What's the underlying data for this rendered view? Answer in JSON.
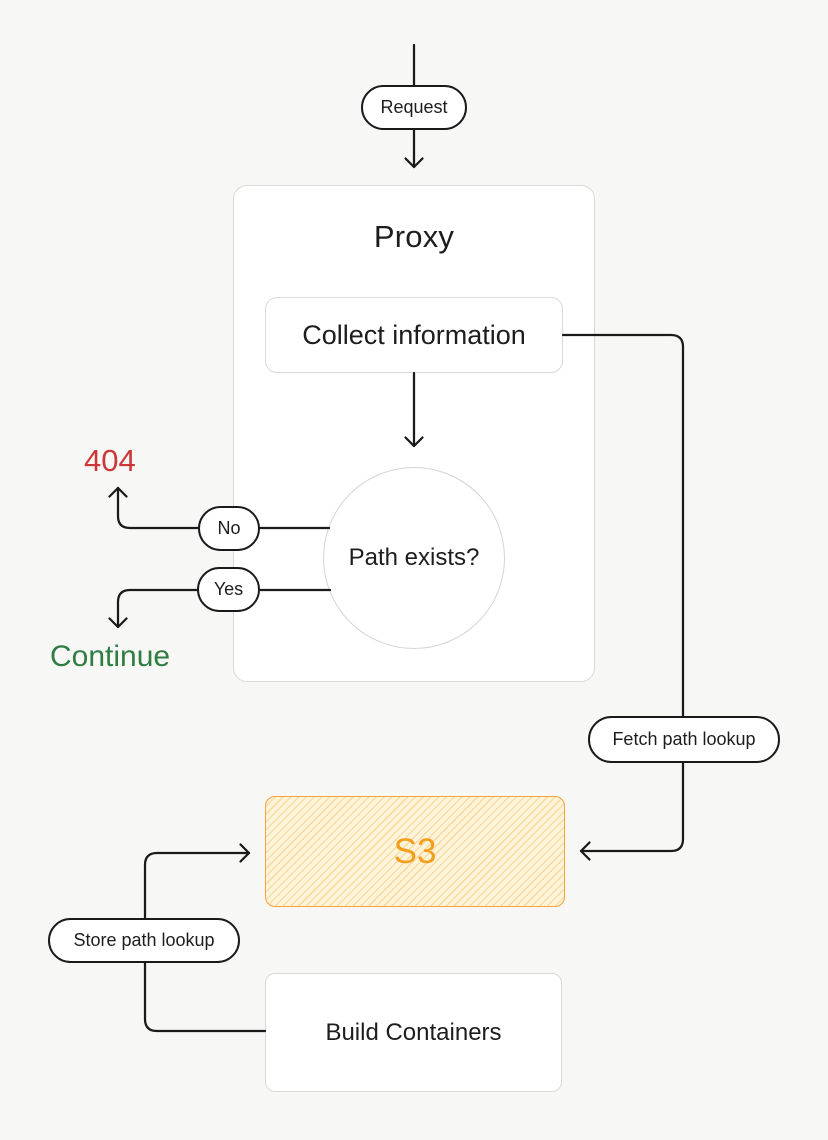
{
  "page": {
    "background_color": "#f7f7f5",
    "line_color": "#1a1a1a"
  },
  "diagram": {
    "request": {
      "label": "Request"
    },
    "proxy": {
      "title": "Proxy"
    },
    "collect_information": {
      "label": "Collect information"
    },
    "path_exists": {
      "label": "Path exists?"
    },
    "branch_no": {
      "label": "No"
    },
    "branch_yes": {
      "label": "Yes"
    },
    "result_404": {
      "label": "404",
      "color": "#cb3837"
    },
    "result_continue": {
      "label": "Continue",
      "color": "#2e7d42"
    },
    "fetch_path_lookup": {
      "label": "Fetch path lookup"
    },
    "s3": {
      "label": "S3",
      "border_color": "#f5a43c",
      "text_color": "#f59e1b",
      "fill_color": "#fdf4dc",
      "hatch": "diagonal-stripes"
    },
    "store_path_lookup": {
      "label": "Store path lookup"
    },
    "build_containers": {
      "label": "Build Containers"
    }
  }
}
